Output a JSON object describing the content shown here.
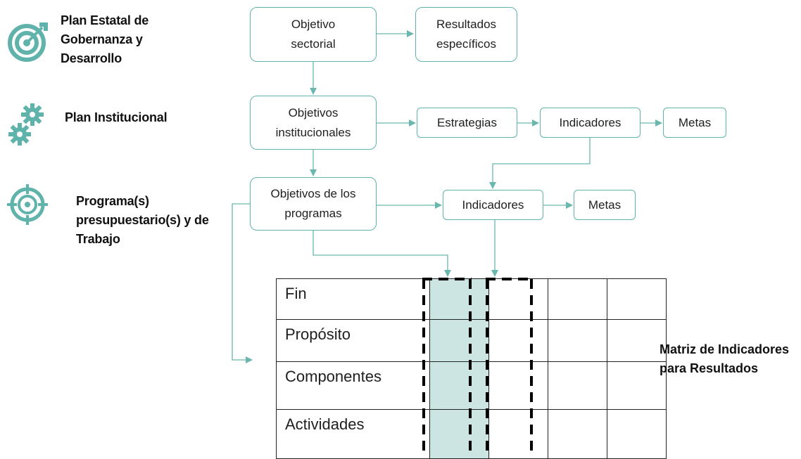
{
  "levels": [
    {
      "label": "Plan Estatal de Gobernanza y Desarrollo",
      "icon": "target-arrow-icon"
    },
    {
      "label": "Plan Institucional",
      "icon": "gears-icon"
    },
    {
      "label": "Programa(s) presupuestario(s) y de Trabajo",
      "icon": "crosshair-icon"
    }
  ],
  "boxes": {
    "objetivo_sectorial": "Objetivo sectorial",
    "resultados_especificos": "Resultados específicos",
    "objetivos_institucionales": "Objetivos institucionales",
    "estrategias": "Estrategias",
    "indicadores_1": "Indicadores",
    "metas_1": "Metas",
    "objetivos_programas": "Objetivos de los programas",
    "indicadores_2": "Indicadores",
    "metas_2": "Metas"
  },
  "matrix": {
    "rows": [
      "Fin",
      "Propósito",
      "Componentes",
      "Actividades"
    ],
    "label": "Matriz de Indicadores para Resultados"
  },
  "colors": {
    "accent": "#5fb3aa",
    "shaded_column": "#cde5e2"
  }
}
